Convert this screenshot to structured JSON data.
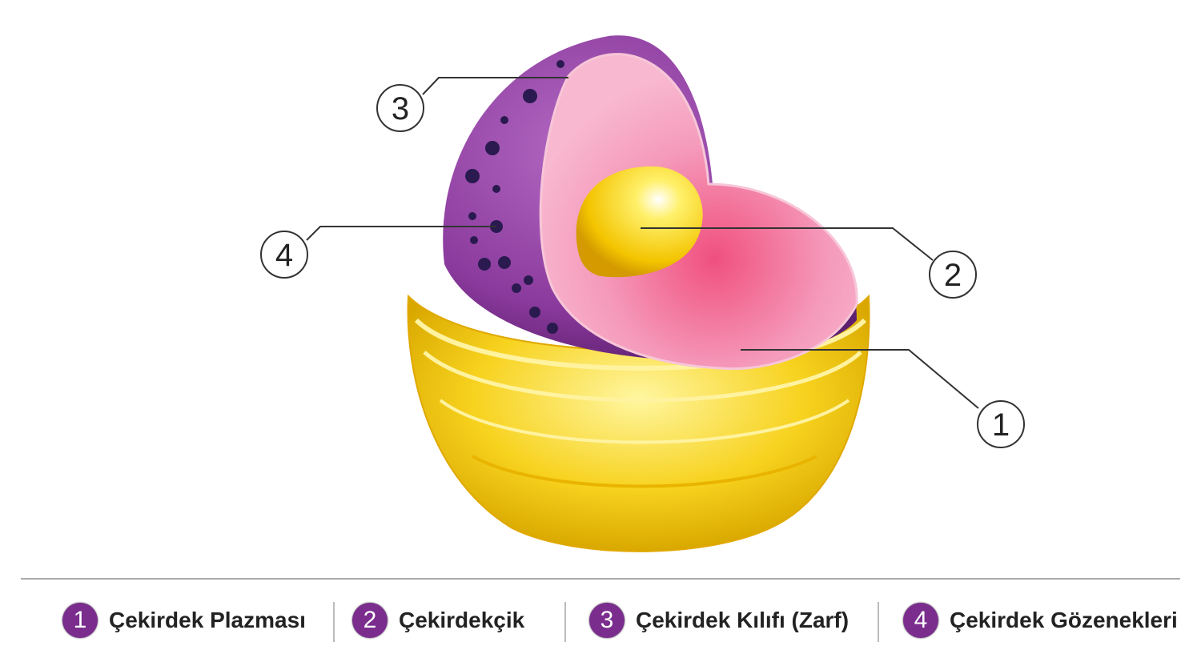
{
  "callouts": [
    "1",
    "2",
    "3",
    "4"
  ],
  "legend": [
    {
      "num": "1",
      "label": "Çekirdek Plazması"
    },
    {
      "num": "2",
      "label": "Çekirdekçik"
    },
    {
      "num": "3",
      "label": "Çekirdek Kılıfı (Zarf)"
    },
    {
      "num": "4",
      "label": "Çekirdek Gözenekleri"
    }
  ],
  "colors": {
    "envelope": "#7b2d8e",
    "nucleoplasm": "#f29ab8",
    "nucleolus": "#f5c800",
    "er": "#f2c21a",
    "badge": "#7b2d8e"
  }
}
